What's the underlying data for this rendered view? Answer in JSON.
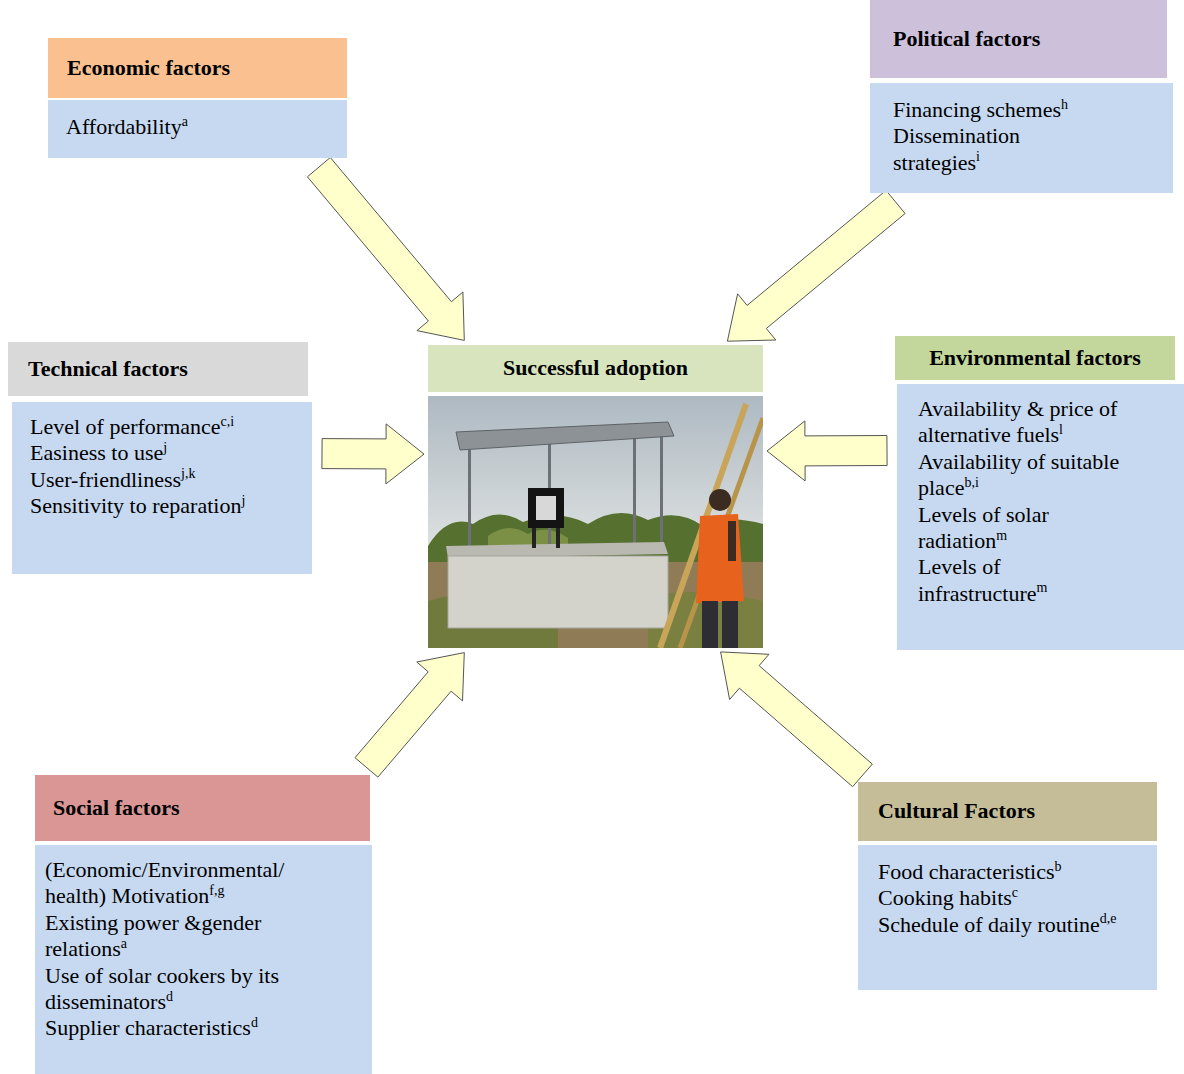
{
  "diagram": {
    "nodes": [
      {
        "text": [
          "Economic factors"
        ]
      },
      {
        "text": [
          "Affordability",
          "a"
        ]
      },
      {
        "text": [
          "Political factors"
        ]
      },
      {
        "text": [
          "Financing schemes",
          "h",
          "Dissemination strategies",
          "i"
        ]
      },
      {
        "text": [
          "Technical factors"
        ]
      },
      {
        "text": [
          "Level of performance",
          "c,i",
          "Easiness to use",
          "j",
          "User-friendliness",
          "j,k",
          "Sensitivity to reparation",
          "j"
        ]
      },
      {
        "text": [
          "Successful adoption"
        ]
      },
      {
        "text": [
          "Environmental factors"
        ]
      },
      {
        "text": [
          "Availability & price of alternative fuels",
          "l",
          "Availability of suitable place",
          "b,i",
          "Levels of solar radiation",
          "m",
          "Levels of infrastructure",
          "m"
        ]
      },
      {
        "text": [
          "Social factors"
        ]
      },
      {
        "text": [
          "(Economic/Environmental/ health) Motivation",
          "f,g",
          "Existing power &gender relations",
          "a",
          "Use of solar cookers by its disseminators",
          "d",
          "Supplier characteristics",
          "d"
        ]
      },
      {
        "text": [
          "Cultural Factors"
        ]
      },
      {
        "text": [
          "Food characteristics",
          "b",
          "Cooking habits",
          "c",
          "Schedule of daily routine",
          "d,e"
        ]
      }
    ],
    "edges": [
      {
        "from": 1,
        "to": 6,
        "arrow": "to"
      },
      {
        "from": 3,
        "to": 6,
        "arrow": "to"
      },
      {
        "from": 5,
        "to": 6,
        "arrow": "to"
      },
      {
        "from": 8,
        "to": 6,
        "arrow": "to"
      },
      {
        "from": 9,
        "to": 6,
        "arrow": "to"
      },
      {
        "from": 11,
        "to": 6,
        "arrow": "to"
      }
    ]
  }
}
